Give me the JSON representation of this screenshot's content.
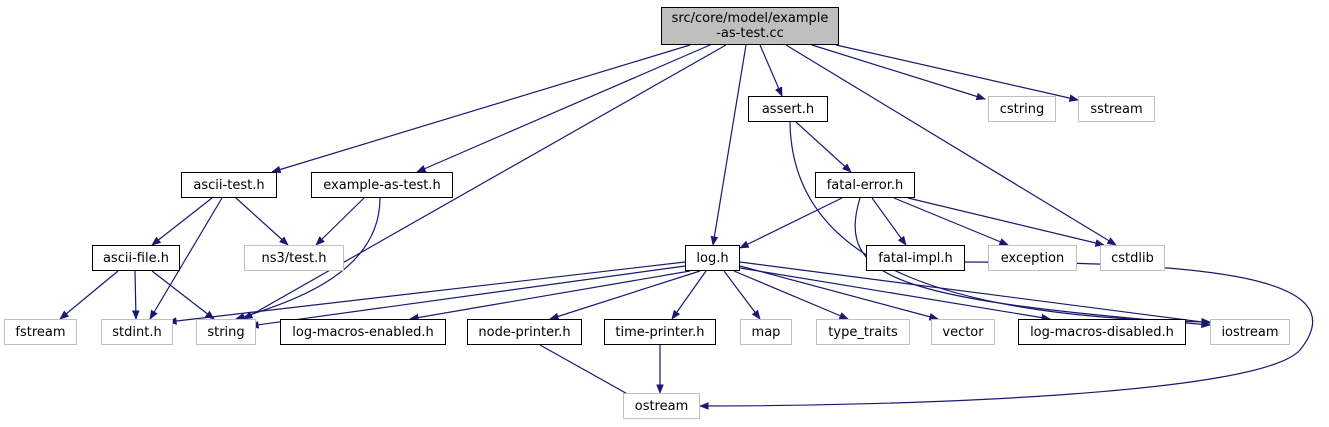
{
  "colors": {
    "edge": "#191970",
    "root_fill": "#bfbfbf",
    "doc_border": "#000000",
    "ext_border": "#bfbfbf"
  },
  "nodes": {
    "root_line1": "src/core/model/example",
    "root_line2": "-as-test.cc",
    "assert_h": "assert.h",
    "cstring": "cstring",
    "sstream": "sstream",
    "ascii_test_h": "ascii-test.h",
    "example_as_test_h": "example-as-test.h",
    "fatal_error_h": "fatal-error.h",
    "ascii_file_h": "ascii-file.h",
    "ns3_test_h": "ns3/test.h",
    "log_h": "log.h",
    "fatal_impl_h": "fatal-impl.h",
    "exception": "exception",
    "cstdlib": "cstdlib",
    "fstream": "fstream",
    "stdint_h": "stdint.h",
    "string": "string",
    "log_macros_enabled_h": "log-macros-enabled.h",
    "node_printer_h": "node-printer.h",
    "time_printer_h": "time-printer.h",
    "map": "map",
    "type_traits": "type_traits",
    "vector": "vector",
    "log_macros_disabled_h": "log-macros-disabled.h",
    "iostream": "iostream",
    "ostream": "ostream"
  }
}
